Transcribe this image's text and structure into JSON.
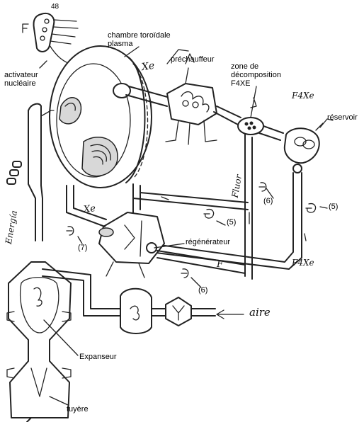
{
  "page_number": "48",
  "labels": {
    "chambre_toroidale": "chambre toroïdale\nplasma",
    "prechauffeur": "préchauffeur",
    "zone_decomposition": "zone de\ndécomposition\nF4XE",
    "reservoir": "réservoir",
    "activateur_nucleaire": "activateur\nnucléaire",
    "regenerateur": "régénérateur",
    "expanseur": "Expanseur",
    "tuyere": "tuyère",
    "ref_5a": "(5)",
    "ref_5b": "(5)",
    "ref_6a": "(6)",
    "ref_6b": "(6)",
    "ref_7": "(7)"
  },
  "handwritten": {
    "xe_top": "Xe",
    "xe_mid": "Xe",
    "f4xe_top": "F4Xe",
    "f4xe_bottom": "F4Xe",
    "fluor": "Fluor",
    "f_line": "F",
    "energia": "Energía",
    "aire": "aire"
  }
}
